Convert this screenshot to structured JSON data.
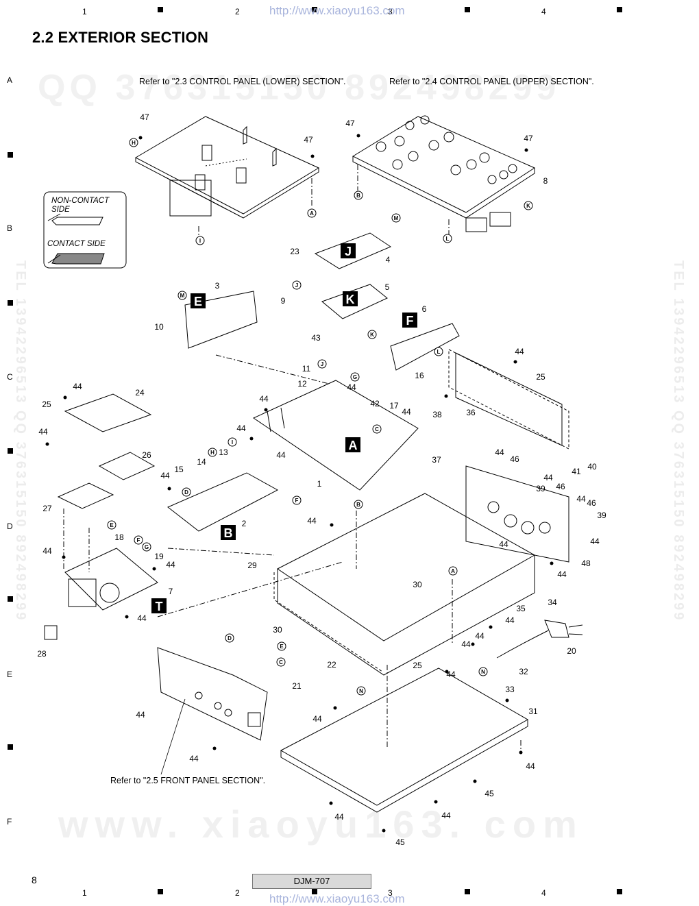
{
  "page": {
    "title": "2.2  EXTERIOR SECTION",
    "page_number": "8",
    "model": "DJM-707",
    "watermark_url": "http://www.xiaoyu163.com",
    "watermark_qq": "QQ 376315150   892498299",
    "watermark_www": "www. xiaoyu163. com",
    "watermark_tel": "TEL 13942296513  QQ 376315150  892498299"
  },
  "grid": {
    "columns": [
      "1",
      "2",
      "3",
      "4"
    ],
    "rows": [
      "A",
      "B",
      "C",
      "D",
      "E",
      "F"
    ]
  },
  "refs": {
    "lower_panel": "Refer to \"2.3 CONTROL PANEL (LOWER) SECTION\".",
    "upper_panel": "Refer to \"2.4 CONTROL PANEL (UPPER) SECTION\".",
    "front_panel": "Refer to \"2.5 FRONT PANEL SECTION\"."
  },
  "legend": {
    "non_contact": "NON-CONTACT SIDE",
    "non_contact_l1": "NON-CONTACT",
    "non_contact_l2": "SIDE",
    "contact": "CONTACT SIDE"
  },
  "boards": [
    "A",
    "B",
    "E",
    "F",
    "J",
    "K",
    "T"
  ],
  "connectors": [
    "A",
    "B",
    "C",
    "D",
    "E",
    "F",
    "G",
    "H",
    "I",
    "J",
    "K",
    "L",
    "M",
    "N"
  ],
  "part_numbers": [
    "1",
    "2",
    "3",
    "4",
    "5",
    "6",
    "7",
    "8",
    "9",
    "10",
    "11",
    "12",
    "13",
    "14",
    "15",
    "16",
    "17",
    "18",
    "19",
    "20",
    "21",
    "22",
    "23",
    "24",
    "25",
    "26",
    "27",
    "28",
    "29",
    "30",
    "31",
    "32",
    "33",
    "34",
    "35",
    "36",
    "37",
    "38",
    "39",
    "40",
    "41",
    "42",
    "43",
    "44",
    "45",
    "46",
    "47",
    "48"
  ]
}
